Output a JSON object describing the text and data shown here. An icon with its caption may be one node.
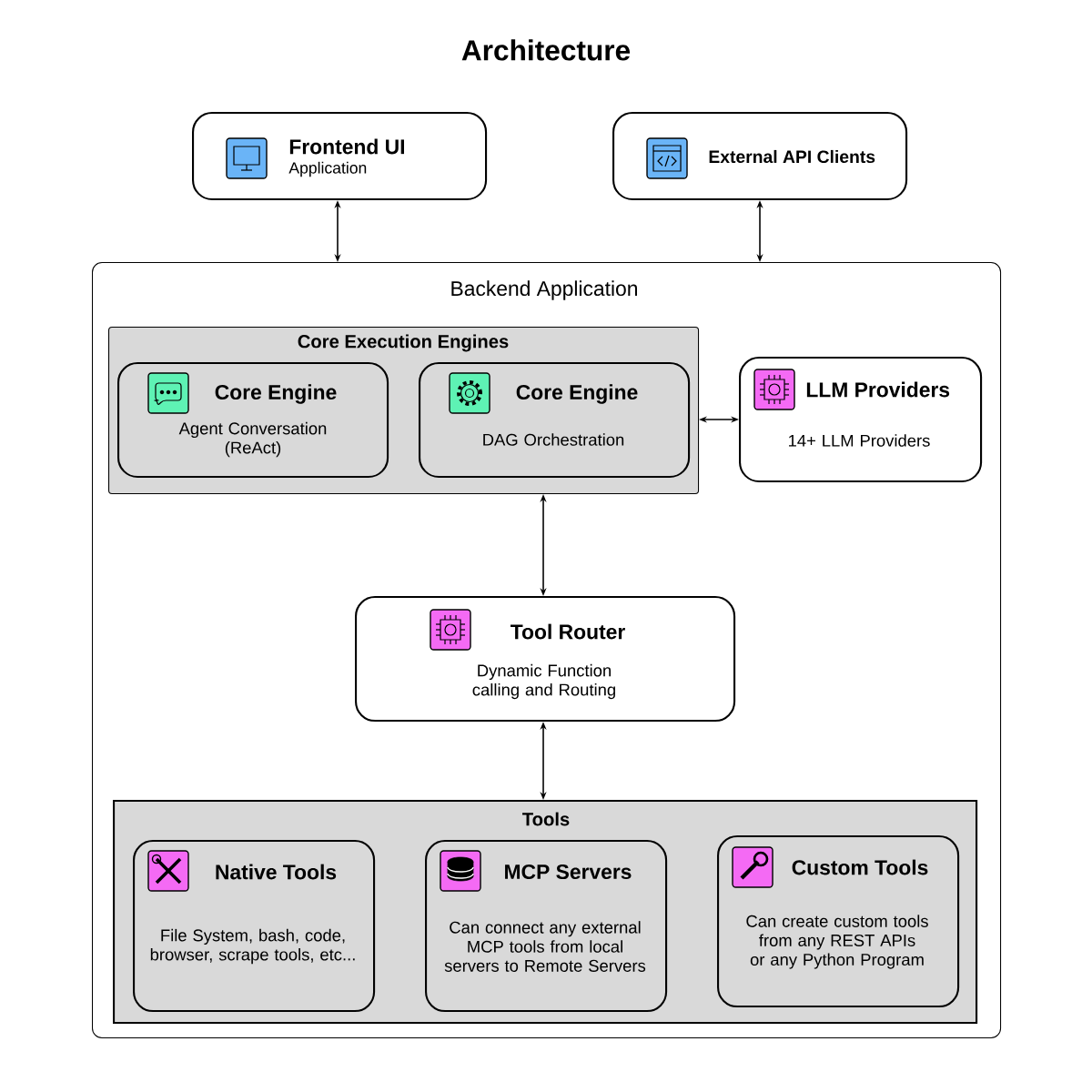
{
  "diagram": {
    "title": "Architecture",
    "nodes": [
      {
        "text": [
          "Frontend UI",
          "Application"
        ]
      },
      {
        "text": [
          "External API Clients"
        ]
      },
      {
        "text": [
          "Backend Application"
        ]
      },
      {
        "text": [
          "Core Execution Engines"
        ],
        "in": 2
      },
      {
        "text": [
          "Core Engine",
          "Agent Conversation (ReAct)"
        ],
        "in": 3
      },
      {
        "text": [
          "Core Engine",
          "DAG Orchestration"
        ],
        "in": 3
      },
      {
        "text": [
          "LLM Providers",
          "14+ LLM Providers"
        ],
        "in": 2
      },
      {
        "text": [
          "Tool Router",
          "Dynamic Function calling and Routing"
        ],
        "in": 2
      },
      {
        "text": [
          "Tools"
        ],
        "in": 2
      },
      {
        "text": [
          "Native Tools",
          "File System, bash, code, browser, scrape tools, etc..."
        ],
        "in": 8
      },
      {
        "text": [
          "MCP Servers",
          "Can connect any external MCP tools from local servers to Remote Servers"
        ],
        "in": 8
      },
      {
        "text": [
          "Custom Tools",
          "Can create custom tools from any REST APIs or any Python Program"
        ],
        "in": 8
      }
    ],
    "edges": [
      {
        "from": 0,
        "to": 2,
        "arrow": "both"
      },
      {
        "from": 1,
        "to": 2,
        "arrow": "both"
      },
      {
        "from": 3,
        "to": 6,
        "arrow": "both"
      },
      {
        "from": 3,
        "to": 7,
        "arrow": "both"
      },
      {
        "from": 7,
        "to": 8,
        "arrow": "both"
      }
    ]
  }
}
